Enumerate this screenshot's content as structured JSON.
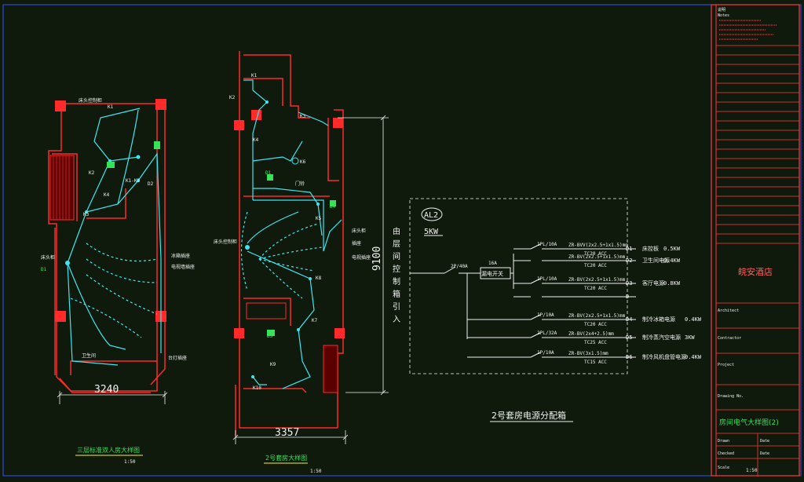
{
  "plan_left": {
    "dimension": "3240",
    "title": "三层标准双人房大样图",
    "scale": "1:50",
    "labels": {
      "d1": "D1",
      "k1": "K1",
      "k2": "K2",
      "k3": "K3",
      "k4": "K4",
      "k1k3": "K1-K3",
      "d2": "D2",
      "wall1": "床头控制柜",
      "wall2": "床头柜",
      "wall3": "冰箱插座",
      "wall4": "电视墙插座",
      "wall5": "卫生间",
      "wall6": "台灯插座"
    }
  },
  "plan_right": {
    "dimension_h": "3357",
    "dimension_v": "9100",
    "title": "2号套房大样图",
    "scale": "1:50",
    "labels": {
      "k1": "K1",
      "k2": "K2",
      "k3": "K3",
      "k4": "K4",
      "k5": "K5",
      "k6": "K6",
      "k7": "K7",
      "k8": "K8",
      "k9": "K9",
      "k10": "K10",
      "d1": "D1",
      "d4": "D4",
      "d5": "D5",
      "w1": "床头控制柜",
      "w2": "床头柜",
      "w3": "插座",
      "w4": "电视插座",
      "w5": "门铃"
    }
  },
  "incoming": {
    "text": "由层间控制箱引入"
  },
  "panel": {
    "id": "AL2",
    "power": "5KW",
    "main_breaker": "2P/40A",
    "main_switch_rating": "16A",
    "main_switch_label": "漏电开关",
    "title": "2号套房电源分配箱",
    "circuits": [
      {
        "breaker": "1PL/10A",
        "cable": "ZR-BVV(2x2.5+1x1.5)mm",
        "conduit": "TC20  ACC",
        "id": "D1",
        "load": "床控板",
        "power": "0.5KW"
      },
      {
        "breaker": "",
        "cable": "ZR-BV(2x2.5+1x1.5)mm",
        "conduit": "TC20  ACC",
        "id": "D2",
        "load": "卫生间电源",
        "power": "0.4KW"
      },
      {
        "breaker": "1PL/10A",
        "cable": "ZR-BV(2x2.5+1x1.5)mm",
        "conduit": "TC20  ACC",
        "id": "D3",
        "load": "客厅电源",
        "power": "0.8KW"
      },
      {
        "breaker": "",
        "cable": "",
        "conduit": "",
        "id": "D",
        "load": "",
        "power": ""
      },
      {
        "breaker": "1P/10A",
        "cable": "ZR-BV(2x2.5+1x1.5)mm",
        "conduit": "TC20  ACC",
        "id": "D4",
        "load": "制冷冰箱电源",
        "power": "0.4KW"
      },
      {
        "breaker": "2PL/32A",
        "cable": "ZR-BV(2x4+2.5)mm",
        "conduit": "TC25  ACC",
        "id": "D5",
        "load": "制冷蒸汽空电源",
        "power": "3KW"
      },
      {
        "breaker": "1P/10A",
        "cable": "ZR-BV(3x1.5)mm",
        "conduit": "TC15  ACC",
        "id": "D6",
        "load": "制冷风机盘管电源",
        "power": "0.4KW"
      }
    ]
  },
  "title_block": {
    "notes": [
      "说明",
      "Notes"
    ],
    "project_name": "皖安酒店",
    "architect": "Architect",
    "contractor": "Contractor",
    "project": "Project",
    "drawing_no": "Drawing No.",
    "drawing_title": "房间电气大样图(2)",
    "drawn": "Drawn",
    "date": "Date",
    "checked": "Checked",
    "scale_label": "Scale",
    "scale": "1:50"
  },
  "colors": {
    "bg": "#0f1a0c",
    "wall": "#ff2a2a",
    "wire": "#3fe6f0",
    "text": "#f2f2f2",
    "green": "#35e35a",
    "yellow": "#f5f034",
    "frame": "#ff3a3a"
  }
}
